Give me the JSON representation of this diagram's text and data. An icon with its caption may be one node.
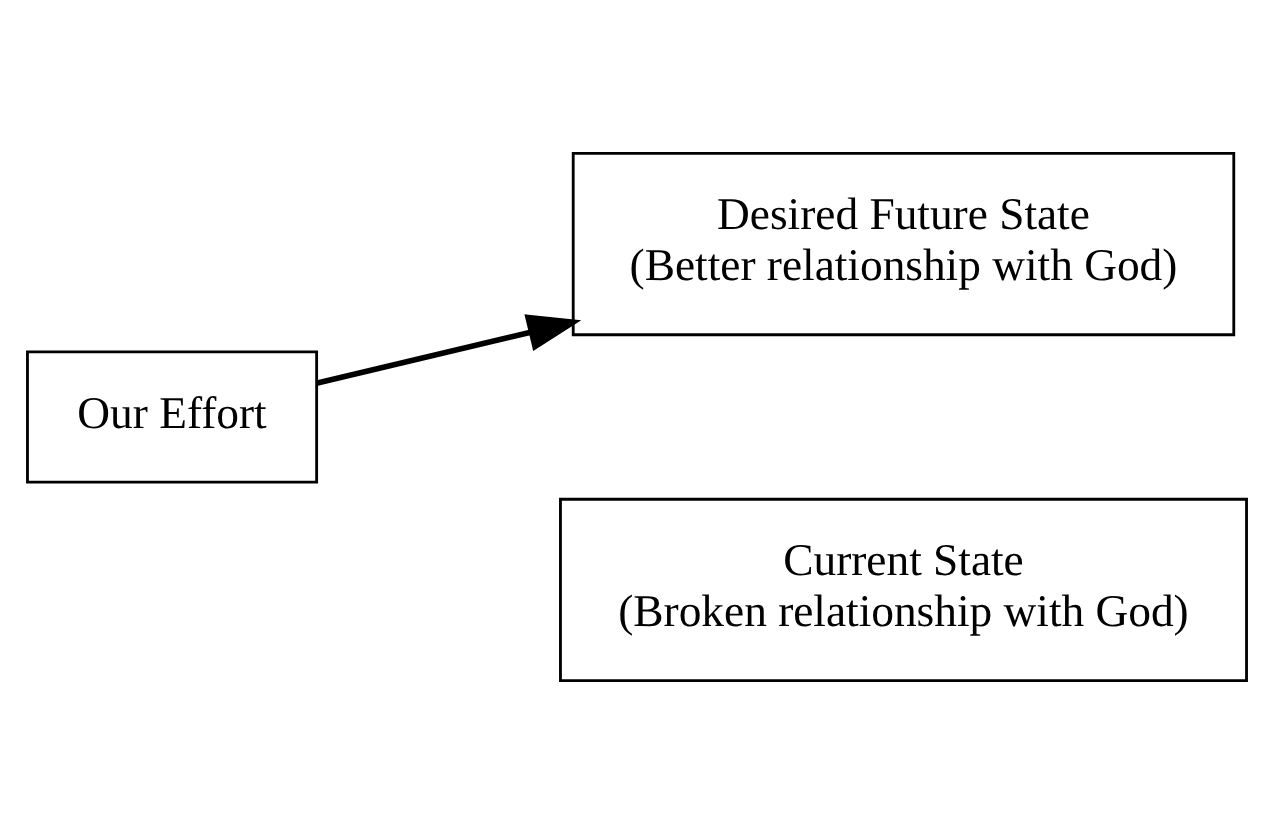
{
  "diagram": {
    "nodes": [
      {
        "text": [
          "Desired Future State",
          "(Better relationship with God)"
        ]
      },
      {
        "text": [
          "Our Effort"
        ]
      },
      {
        "text": [
          "Current State",
          "(Broken relationship with God)"
        ]
      }
    ],
    "edges": [
      {
        "from": 1,
        "to": 0,
        "arrow": "to"
      }
    ]
  }
}
